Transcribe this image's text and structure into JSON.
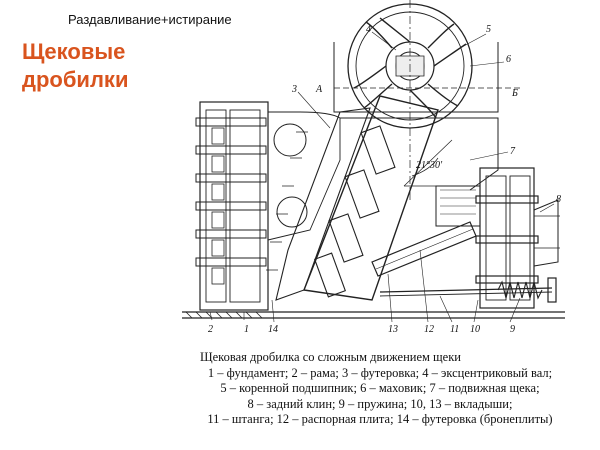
{
  "slide": {
    "header": "Раздавливание+истирание",
    "title_line1": "Щековые",
    "title_line2": "дробилки"
  },
  "drawing": {
    "callouts": [
      "1",
      "2",
      "3",
      "4",
      "5",
      "6",
      "7",
      "8",
      "9",
      "10",
      "11",
      "12",
      "13",
      "14"
    ],
    "section_letter": "А",
    "section_letter_b": "Б",
    "angle_label": "21°30'"
  },
  "caption": {
    "title": "Щековая дробилка со сложным движением щеки",
    "lines": [
      "1 – фундамент; 2 – рама; 3 – футеровка; 4 – эксцентриковый вал;",
      "5 – коренной подшипник; 6 – маховик; 7 – подвижная щека;",
      "8 – задний клин; 9 – пружина; 10, 13 – вкладыши;",
      "11 – штанга; 12 – распорная плита; 14 – футеровка (бронеплиты)"
    ]
  }
}
